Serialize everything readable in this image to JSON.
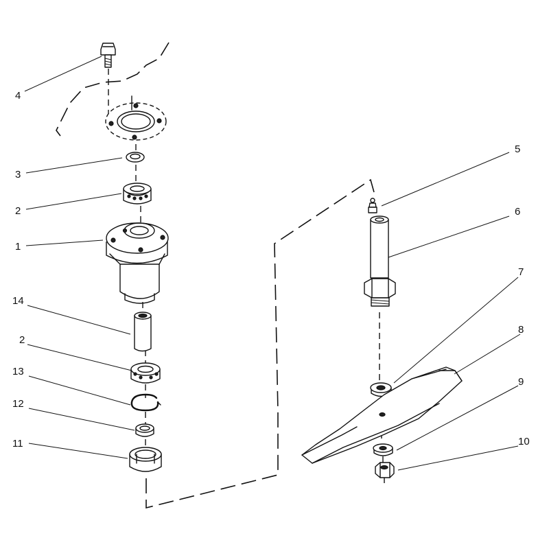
{
  "callouts": [
    {
      "id": "p4",
      "text": "4"
    },
    {
      "id": "p3",
      "text": "3"
    },
    {
      "id": "p2a",
      "text": "2"
    },
    {
      "id": "p1",
      "text": "1"
    },
    {
      "id": "p14",
      "text": "14"
    },
    {
      "id": "p2b",
      "text": "2"
    },
    {
      "id": "p13",
      "text": "13"
    },
    {
      "id": "p12",
      "text": "12"
    },
    {
      "id": "p11",
      "text": "11"
    },
    {
      "id": "p5",
      "text": "5"
    },
    {
      "id": "p6",
      "text": "6"
    },
    {
      "id": "p7",
      "text": "7"
    },
    {
      "id": "p8",
      "text": "8"
    },
    {
      "id": "p9",
      "text": "9"
    },
    {
      "id": "p10",
      "text": "10"
    }
  ]
}
